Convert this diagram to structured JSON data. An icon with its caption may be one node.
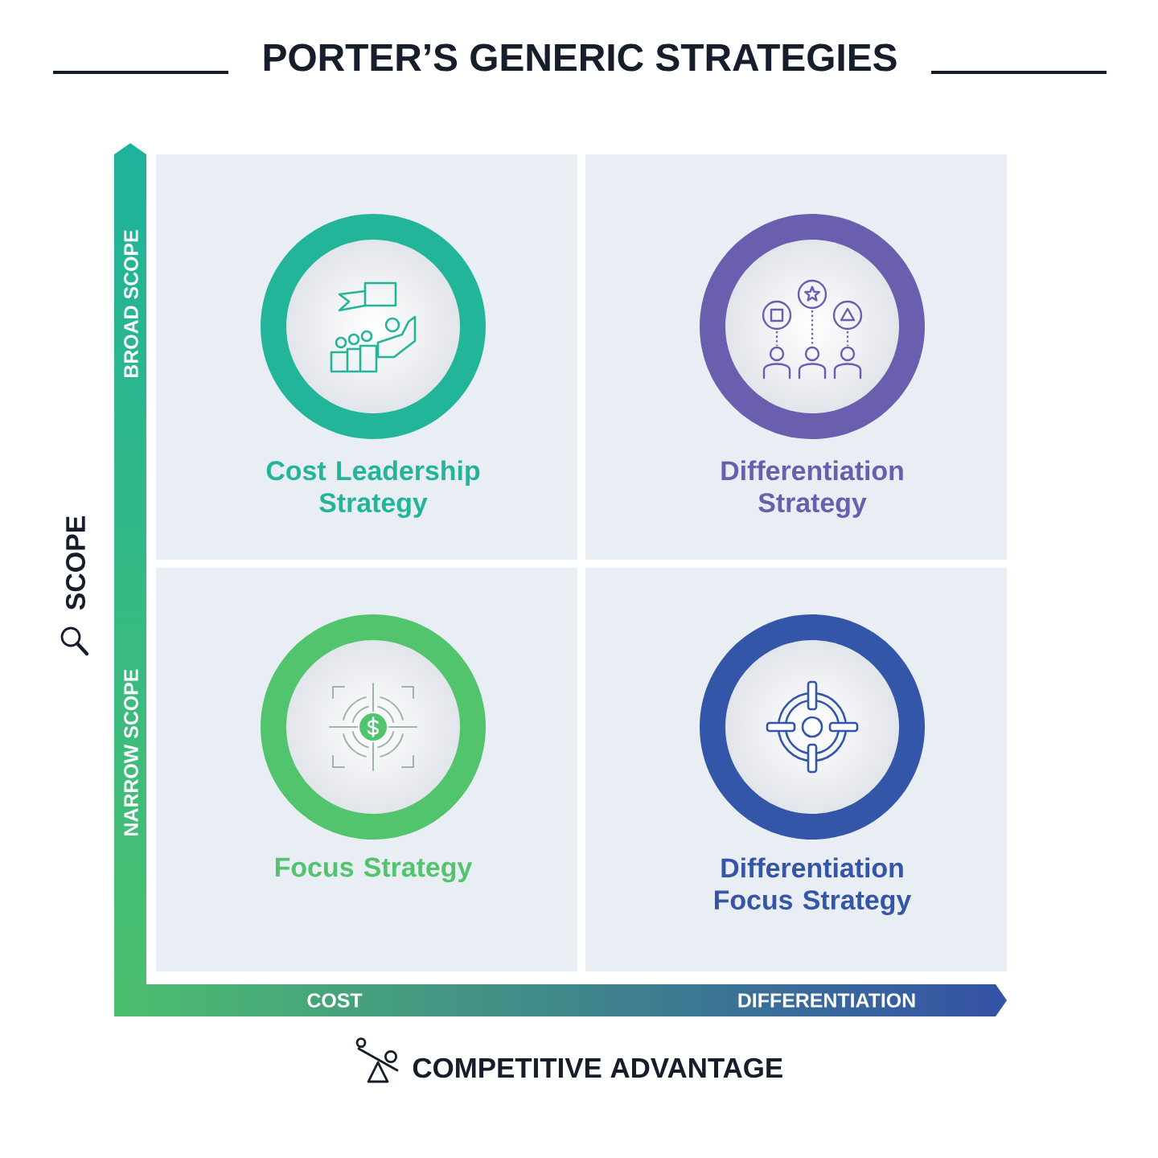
{
  "diagram": {
    "title": "PORTER’S GENERIC STRATEGIES",
    "nodes": [
      {
        "text": [
          "Cost Leadership Strategy"
        ]
      },
      {
        "text": [
          "Differentiation Strategy"
        ]
      },
      {
        "text": [
          "Focus Strategy"
        ]
      },
      {
        "text": [
          "Differentiation Focus Strategy"
        ]
      }
    ],
    "labels": [
      "BROAD SCOPE",
      "SCOPE",
      "NARROW SCOPE",
      "COST",
      "DIFFERENTIATION",
      "COMPETITIVE ADVANTAGE"
    ]
  }
}
